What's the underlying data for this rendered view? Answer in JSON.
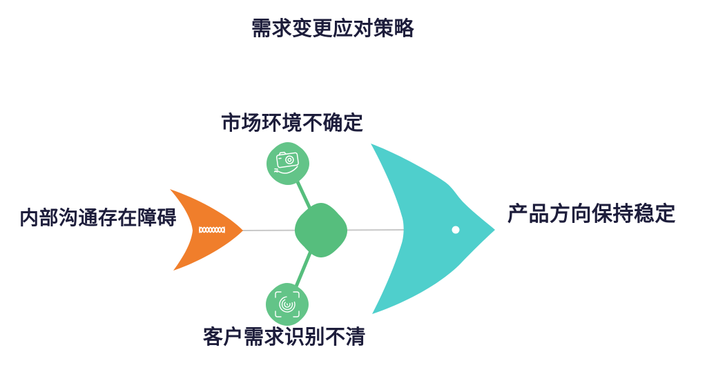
{
  "title": "需求变更应对策略",
  "diagram": {
    "type": "fishbone-fish",
    "spine_color": "#C8C8C8",
    "nodes": {
      "head": {
        "label": "产品方向保持稳定",
        "color": "#4FCFCC",
        "eye_color": "#FFFFFF"
      },
      "tail": {
        "label": "内部沟通存在障碍",
        "color": "#F07E2B",
        "icon": "dna-icon",
        "icon_color": "#FFFFFF"
      },
      "top_branch": {
        "label": "市场环境不确定",
        "color": "#63C488",
        "icon": "camera-in-hand-icon",
        "icon_color": "#FFFFFF"
      },
      "bottom_branch": {
        "label": "客户需求识别不清",
        "color": "#63C488",
        "icon": "fingerprint-scan-icon",
        "icon_color": "#FFFFFF"
      },
      "center": {
        "color": "#56BE7D"
      }
    }
  },
  "colors": {
    "text": "#1D1D3B",
    "background": "#FFFFFF"
  }
}
